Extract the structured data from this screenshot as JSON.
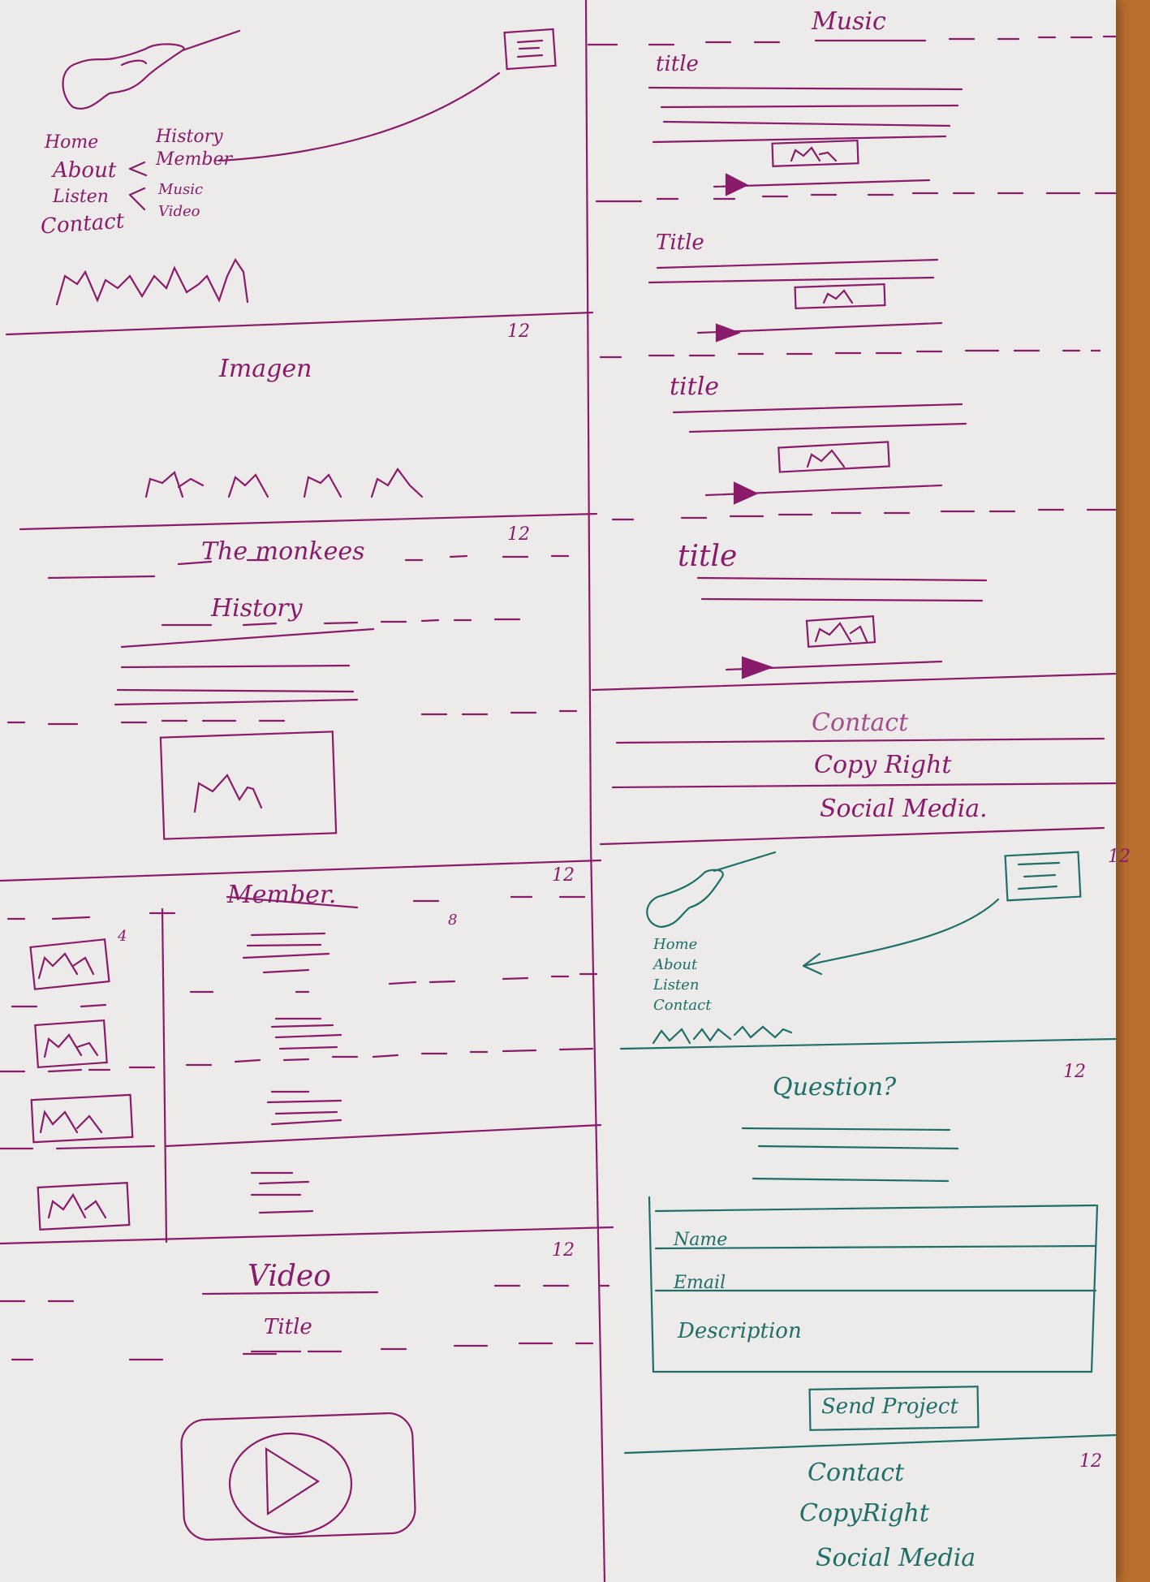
{
  "colors": {
    "ink_purple": "#8a1a6a",
    "ink_teal": "#1e6e6a",
    "paper": "#ecebea",
    "desk": "#b9702e"
  },
  "desktop": {
    "header": {
      "nav_main": [
        "Home",
        "About",
        "Listen",
        "Contact"
      ],
      "nav_sub_about": [
        "History",
        "Member"
      ],
      "nav_sub_listen": [
        "Music",
        "Video"
      ],
      "grid_cols": "12",
      "menu_icon": "hamburger-icon",
      "logo_icon": "guitar-icon"
    },
    "images": {
      "heading": "Imagen",
      "cols": "12"
    },
    "history": {
      "band_name": "The monkees",
      "heading": "History",
      "cols": "12"
    },
    "member": {
      "heading": "Member.",
      "cols": "12",
      "left_cols": "4",
      "right_cols": "8"
    },
    "video": {
      "heading": "Video",
      "title": "Title",
      "cols": "12"
    },
    "music": {
      "heading": "Music",
      "tracks": [
        "title",
        "Title",
        "title",
        "title"
      ]
    },
    "footer": {
      "items": [
        "Contact",
        "Copy Right",
        "Social Media."
      ]
    }
  },
  "mobile": {
    "header": {
      "nav": [
        "Home",
        "About",
        "Listen",
        "Contact"
      ],
      "cols": "12"
    },
    "form": {
      "heading": "Question?",
      "cols": "12",
      "fields": [
        "Name",
        "Email",
        "Description"
      ],
      "submit": "Send Project"
    },
    "footer": {
      "items": [
        "Contact",
        "CopyRight",
        "Social Media"
      ],
      "cols": "12"
    }
  }
}
